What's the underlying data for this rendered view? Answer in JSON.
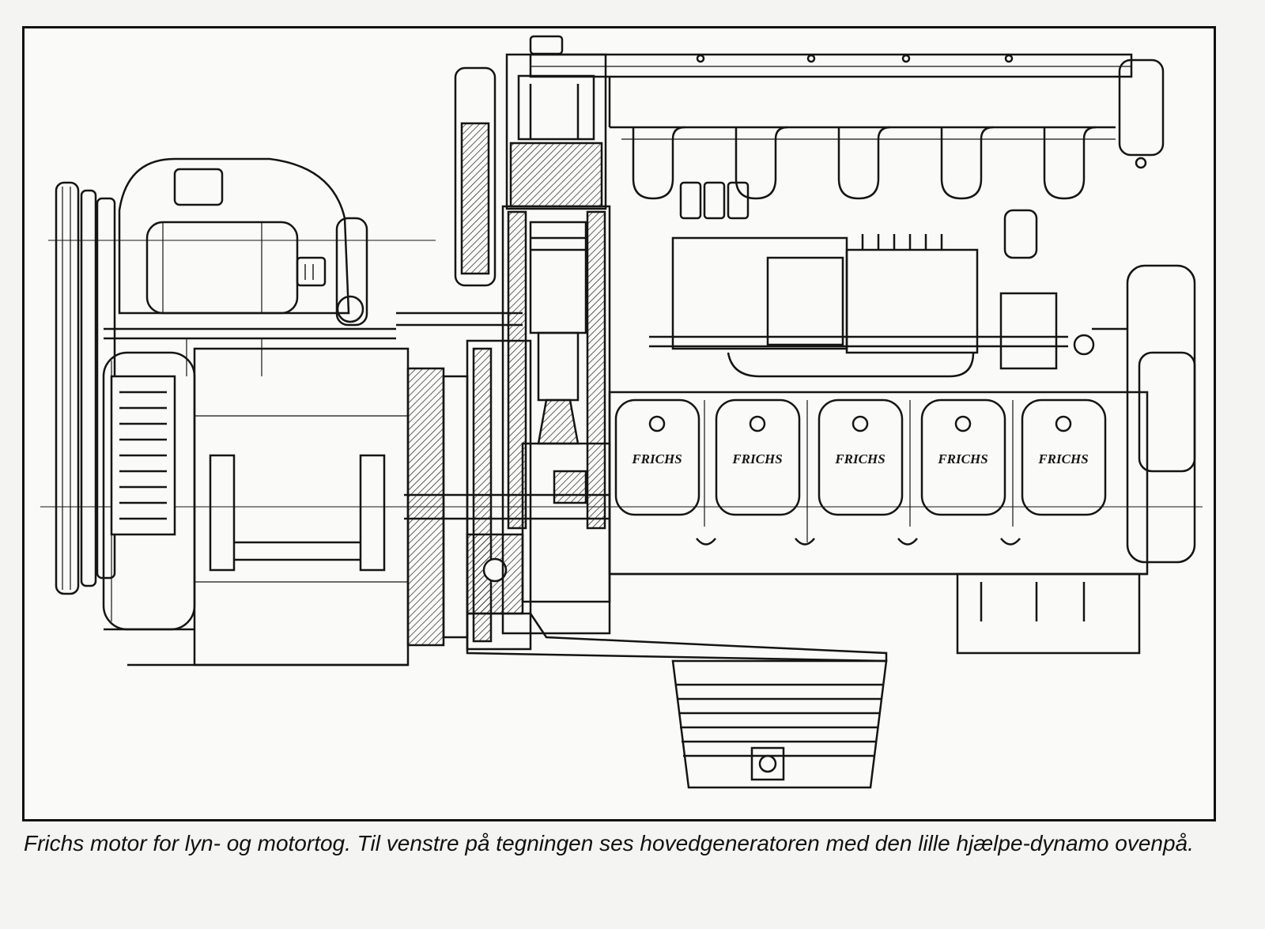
{
  "figure": {
    "brand_plates": [
      "FRICHS",
      "FRICHS",
      "FRICHS",
      "FRICHS",
      "FRICHS"
    ]
  },
  "caption": {
    "text": "Frichs motor for lyn- og motortog. Til venstre på tegningen ses hovedgeneratoren med den lille hjælpe-dynamo ovenpå."
  }
}
